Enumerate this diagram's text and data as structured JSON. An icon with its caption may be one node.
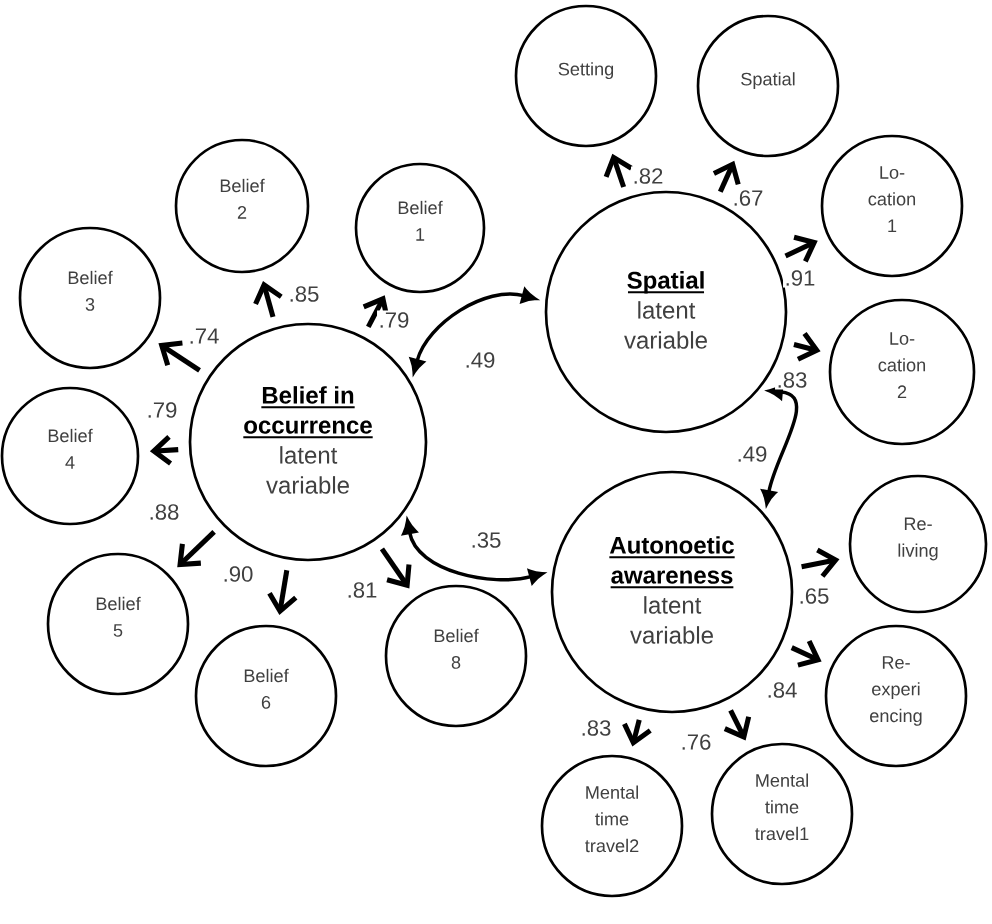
{
  "diagram": {
    "nodes": [
      {
        "text": [
          "Belief in occurrence",
          "latent variable"
        ]
      },
      {
        "text": [
          "Belief 1"
        ]
      },
      {
        "text": [
          "Belief 2"
        ]
      },
      {
        "text": [
          "Belief 3"
        ]
      },
      {
        "text": [
          "Belief 4"
        ]
      },
      {
        "text": [
          "Belief 5"
        ]
      },
      {
        "text": [
          "Belief 6"
        ]
      },
      {
        "text": [
          "Belief 8"
        ]
      },
      {
        "text": [
          "Spatial",
          "latent variable"
        ]
      },
      {
        "text": [
          "Setting"
        ]
      },
      {
        "text": [
          "Spatial"
        ]
      },
      {
        "text": [
          "Lo- cation 1"
        ]
      },
      {
        "text": [
          "Lo- cation 2"
        ]
      },
      {
        "text": [
          "Autonoetic awareness",
          "latent variable"
        ]
      },
      {
        "text": [
          "Re- living"
        ]
      },
      {
        "text": [
          "Re- experi encing"
        ]
      },
      {
        "text": [
          "Mental time travel1"
        ]
      },
      {
        "text": [
          "Mental time travel2"
        ]
      }
    ],
    "edges": [
      {
        "from": 0,
        "to": 1,
        "arrow": "to",
        "label": ".79"
      },
      {
        "from": 0,
        "to": 2,
        "arrow": "to",
        "label": ".85"
      },
      {
        "from": 0,
        "to": 3,
        "arrow": "to",
        "label": ".74"
      },
      {
        "from": 0,
        "to": 4,
        "arrow": "to",
        "label": ".79"
      },
      {
        "from": 0,
        "to": 5,
        "arrow": "to",
        "label": ".88"
      },
      {
        "from": 0,
        "to": 6,
        "arrow": "to",
        "label": ".90"
      },
      {
        "from": 0,
        "to": 7,
        "arrow": "to",
        "label": ".81"
      },
      {
        "from": 8,
        "to": 9,
        "arrow": "to",
        "label": ".82"
      },
      {
        "from": 8,
        "to": 10,
        "arrow": "to",
        "label": ".67"
      },
      {
        "from": 8,
        "to": 11,
        "arrow": "to",
        "label": ".91"
      },
      {
        "from": 8,
        "to": 12,
        "arrow": "to",
        "label": ".83"
      },
      {
        "from": 13,
        "to": 14,
        "arrow": "to",
        "label": ".65"
      },
      {
        "from": 13,
        "to": 15,
        "arrow": "to",
        "label": ".84"
      },
      {
        "from": 13,
        "to": 16,
        "arrow": "to",
        "label": ".76"
      },
      {
        "from": 13,
        "to": 17,
        "arrow": "to",
        "label": ".83"
      },
      {
        "from": 0,
        "to": 8,
        "arrow": "both",
        "label": ".49"
      },
      {
        "from": 0,
        "to": 13,
        "arrow": "both",
        "label": ".35"
      },
      {
        "from": 8,
        "to": 13,
        "arrow": "both",
        "label": ".49"
      }
    ]
  }
}
